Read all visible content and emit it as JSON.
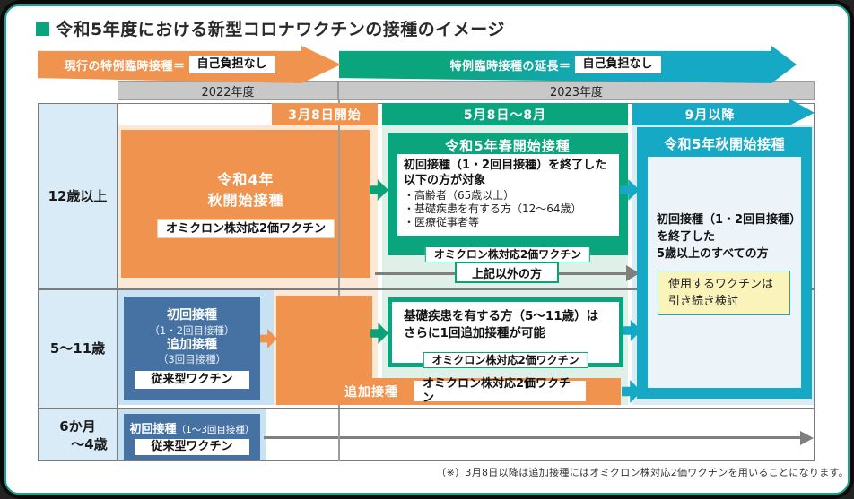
{
  "title": "令和5年度における新型コロナワクチンの接種のイメージ",
  "banners": {
    "current": {
      "label": "現行の特例臨時接種＝",
      "chip": "自己負担なし"
    },
    "extension": {
      "label": "特例臨時接種の延長＝",
      "chip": "自己負担なし"
    }
  },
  "years": {
    "y2022": "2022年度",
    "y2023": "2023年度"
  },
  "timeline": {
    "start": "3月8日開始",
    "mid": "5月8日～8月",
    "late": "9月以降"
  },
  "rows": {
    "age12plus": "12歳以上",
    "age5to11": "5～11歳",
    "age0to4_line1": "6か月",
    "age0to4_line2": "～4歳"
  },
  "boxes": {
    "autumn2022": {
      "title1": "令和4年",
      "title2": "秋開始接種",
      "chip": "オミクロン株対応2価ワクチン"
    },
    "spring2023": {
      "title": "令和5年春開始接種",
      "line1": "初回接種（1・2回目接種）を終了した",
      "line2": "以下の方が対象",
      "bullets": [
        "・高齢者（65歳以上）",
        "・基礎疾患を有する方（12～64歳）",
        "・医療従事者等"
      ],
      "chip": "オミクロン株対応2価ワクチン"
    },
    "others_arrow": {
      "label": "上記以外の方"
    },
    "autumn2023": {
      "title": "令和5年秋開始接種",
      "line1": "初回接種（1・2回目接種）",
      "line2": "を終了した",
      "line3": "5歳以上のすべての方",
      "note1": "使用するワクチンは",
      "note2": "引き続き検討"
    },
    "primary5to11": {
      "line1": "初回接種",
      "line2": "（1・2回目接種）",
      "line3": "追加接種",
      "line4": "（3回目接種）",
      "chip": "従来型ワクチン"
    },
    "booster5to11": {
      "line1": "基礎疾患を有する方（5～11歳）は",
      "line2": "さらに1回追加接種が可能",
      "chip": "オミクロン株対応2価ワクチン"
    },
    "booster_band": {
      "label": "追加接種",
      "chip": "オミクロン株対応2価ワクチン"
    },
    "primary0to4": {
      "title": "初回接種",
      "sub": "（1～3回目接種）",
      "chip": "従来型ワクチン"
    }
  },
  "footnote": "（※）3月8日以降は追加接種にはオミクロン株対応2価ワクチンを用いることになります。",
  "colors": {
    "orange": "#F0934F",
    "green": "#0BA57D",
    "teal": "#16A9C6",
    "arrow_green": "#0AA278",
    "blue": "#4571A3",
    "pale_orange": "#FBE8D6",
    "pale_green": "#DFF0E8",
    "pale_blue": "#D9EDF6",
    "light_blue": "#C8E2F4",
    "label_blue": "#D9EBF6",
    "yellow": "#FAF4BB",
    "gray_bar": "#C8C8C9",
    "gray_arrow": "#7F7F7F",
    "border_gray": "#7C7C7C",
    "frame_teal": "#17A38C"
  }
}
